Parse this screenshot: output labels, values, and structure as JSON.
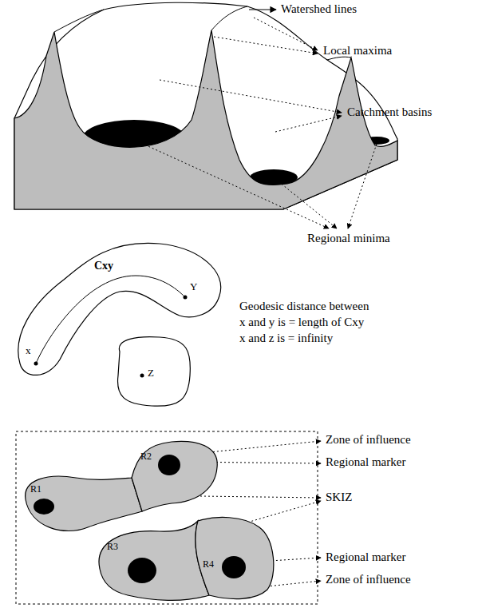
{
  "diagram": {
    "nodes": [
      {
        "text": [
          "Cxy",
          "Y",
          "x"
        ]
      },
      {
        "text": [
          "Z"
        ]
      },
      {
        "text": [
          "R1"
        ]
      },
      {
        "text": [
          "R2"
        ]
      },
      {
        "text": [
          "R3"
        ]
      },
      {
        "text": [
          "R4"
        ]
      }
    ],
    "labels": [
      "Watershed lines",
      "Local maxima",
      "Catchment basins",
      "Regional minima",
      "Geodesic distance between",
      "x and y is = length of Cxy",
      "x and z is = infinity",
      "Zone of influence",
      "Regional marker",
      "SKIZ",
      "Regional marker",
      "Zone of influence"
    ]
  }
}
